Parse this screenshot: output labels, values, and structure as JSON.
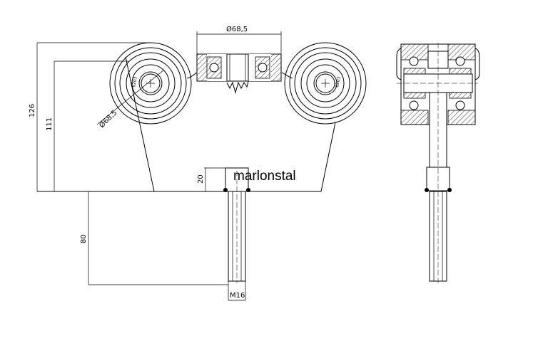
{
  "drawing": {
    "brand_label": "marlonstal",
    "dim_bearing_diameter": "Ø68,5",
    "dim_wheel_diameter": "Ø68,5",
    "dim_height_outer": "126",
    "dim_height_inner": "111",
    "dim_plate_height": "20",
    "dim_stud_length": "80",
    "dim_thread": "M16",
    "wheel_label_left": "6203",
    "wheel_label_right": "6203"
  }
}
